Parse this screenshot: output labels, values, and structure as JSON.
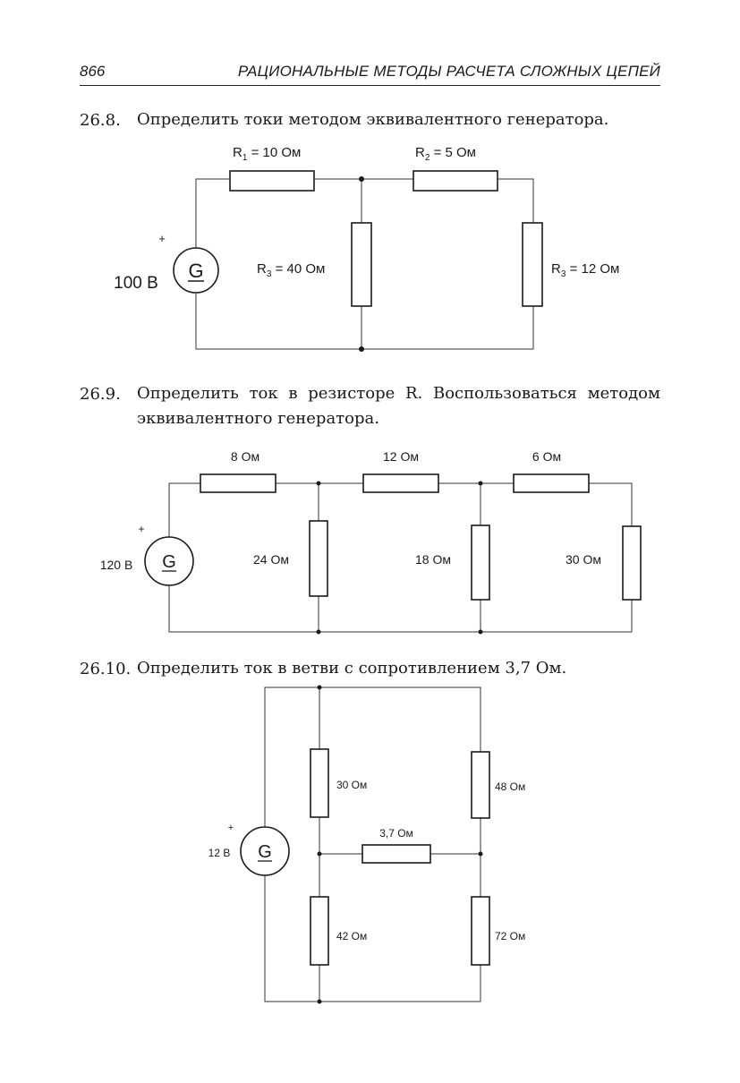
{
  "header": {
    "page_number": "866",
    "title": "РАЦИОНАЛЬНЫЕ МЕТОДЫ РАСЧЕТА СЛОЖНЫХ ЦЕПЕЙ"
  },
  "problems": [
    {
      "number": "26.8.",
      "text": "Определить токи методом эквивалентного генератора.",
      "circuit": {
        "generator": "G",
        "polarity": "+",
        "source": "100 В",
        "labels": [
          {
            "sub": "1",
            "rest": " = 10 Ом"
          },
          {
            "sub": "2",
            "rest": " = 5 Ом"
          },
          {
            "sub": "3",
            "rest": " = 40 Ом"
          },
          {
            "sub": "3",
            "rest": " = 12 Ом"
          }
        ]
      }
    },
    {
      "number": "26.9.",
      "text": "Определить ток в резисторе R. Воспользоваться методом эквивалентного генератора.",
      "circuit": {
        "generator": "G",
        "polarity": "+",
        "source": "120 В",
        "labels": [
          "8 Ом",
          "12 Ом",
          "6 Ом",
          "24 Ом",
          "18 Ом",
          "30 Ом"
        ]
      }
    },
    {
      "number": "26.10.",
      "text": "Определить ток в ветви с сопротивлением 3,7 Ом.",
      "circuit": {
        "generator": "G",
        "polarity": "+",
        "source": "12 В",
        "labels": [
          "30 Ом",
          "48 Ом",
          "3,7 Ом",
          "42 Ом",
          "72 Ом"
        ]
      }
    }
  ]
}
